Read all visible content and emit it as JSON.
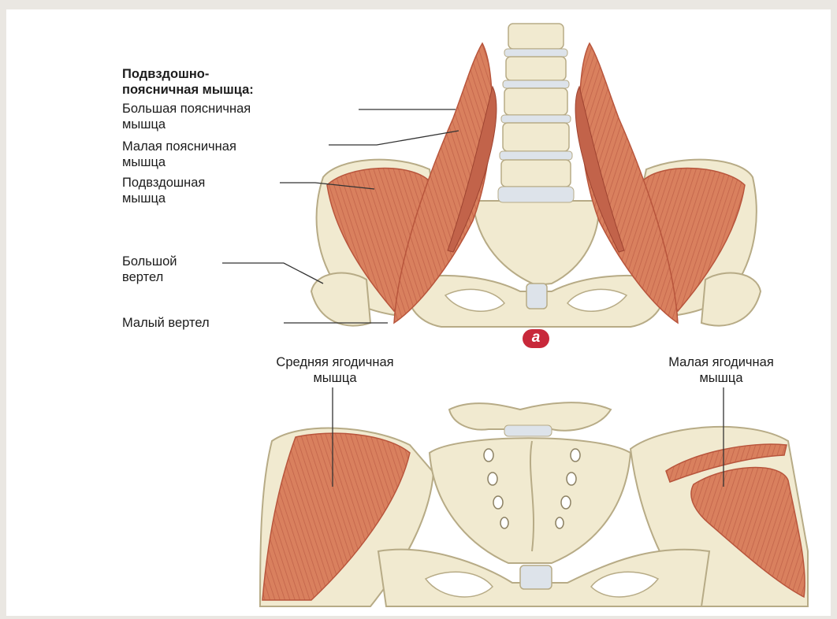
{
  "figure": {
    "header": "Подвздошно-\nпоясничная мышца:",
    "labels": {
      "psoas_major": "Большая поясничная\nмышца",
      "psoas_minor": "Малая поясничная\nмышца",
      "iliacus": "Подвздошная\nмышца",
      "greater_trochanter": "Большой\nвертел",
      "lesser_trochanter": "Малый вертел",
      "gluteus_medius": "Средняя ягодичная\nмышца",
      "gluteus_minimus": "Малая ягодичная\nмышца"
    },
    "panel_badge": "a"
  },
  "colors": {
    "muscle": "#d9805e",
    "muscle_dark": "#b8553c",
    "bone": "#f1ead0",
    "bone_outline": "#b7ab86",
    "disc": "#dde3ea",
    "badge": "#c8283a",
    "leader_line": "#333333"
  }
}
